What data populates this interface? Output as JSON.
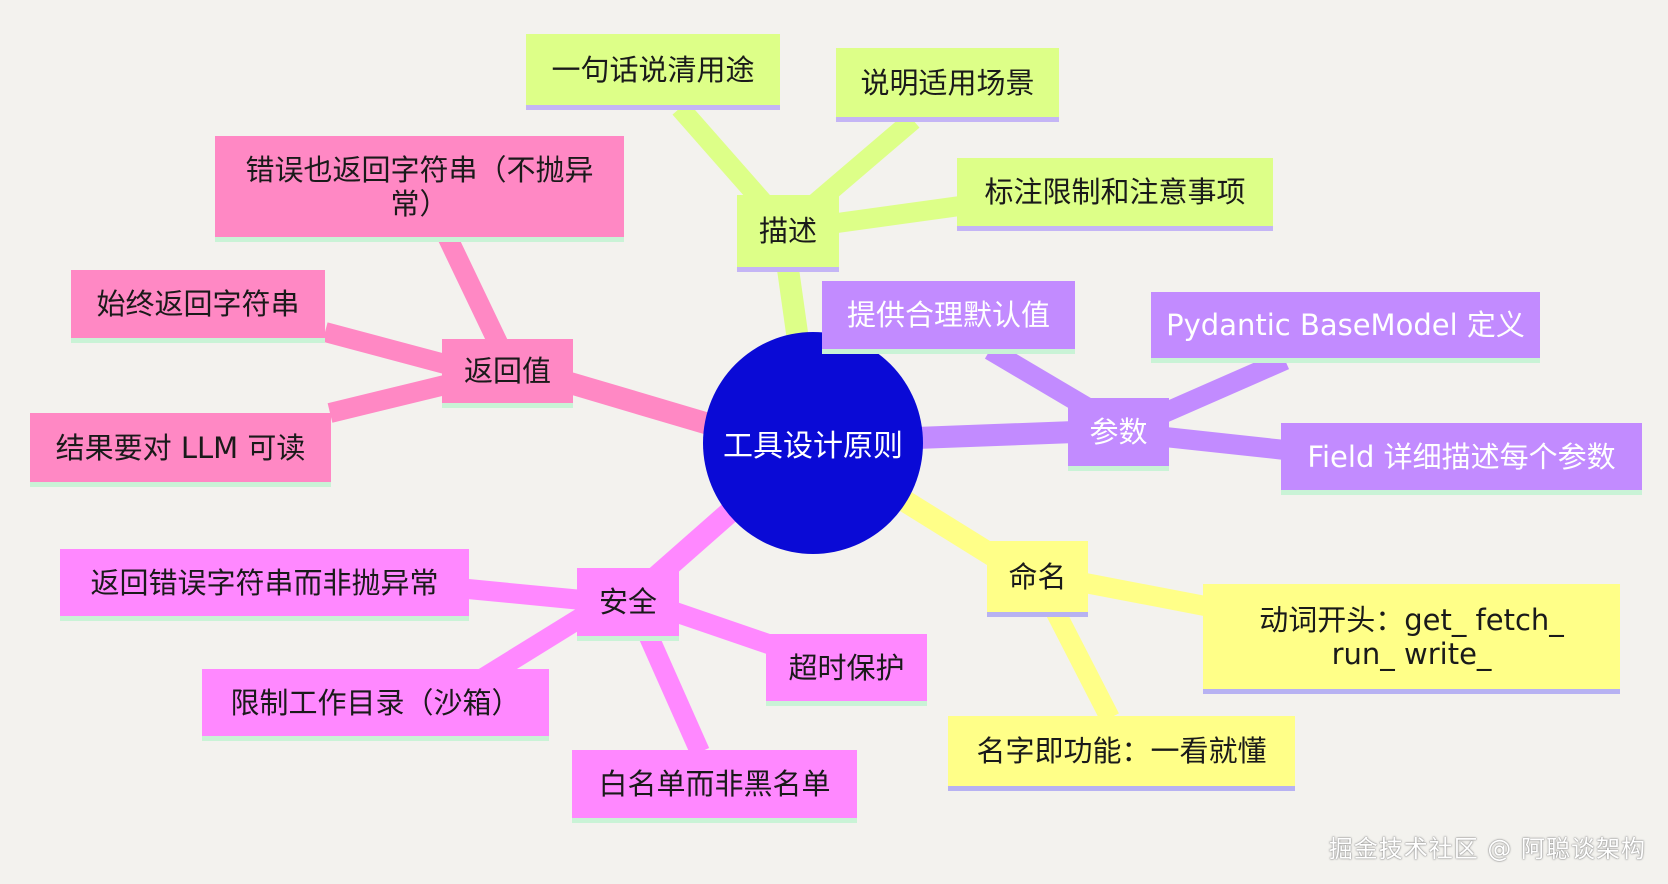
{
  "center": {
    "label": "工具设计原则",
    "color": "#0a0ad6"
  },
  "branches": {
    "return": {
      "label": "返回值",
      "color": "#ff88c4",
      "children": [
        "错误也返回字符串（不抛异常）",
        "始终返回字符串",
        "结果要对 LLM 可读"
      ]
    },
    "description": {
      "label": "描述",
      "color": "#ddff88",
      "children": [
        "一句话说清用途",
        "说明适用场景",
        "标注限制和注意事项"
      ]
    },
    "params": {
      "label": "参数",
      "color": "#c28bff",
      "children": [
        "提供合理默认值",
        "Pydantic BaseModel 定义",
        "Field 详细描述每个参数"
      ]
    },
    "naming": {
      "label": "命名",
      "color": "#ffff88",
      "children": [
        "动词开头：get_ fetch_ run_ write_",
        "名字即功能：一看就懂"
      ]
    },
    "security": {
      "label": "安全",
      "color": "#ff88ff",
      "children": [
        "返回错误字符串而非抛异常",
        "限制工作目录（沙箱）",
        "白名单而非黑名单",
        "超时保护"
      ]
    }
  },
  "watermark": "掘金技术社区 @ 阿聪谈架构"
}
